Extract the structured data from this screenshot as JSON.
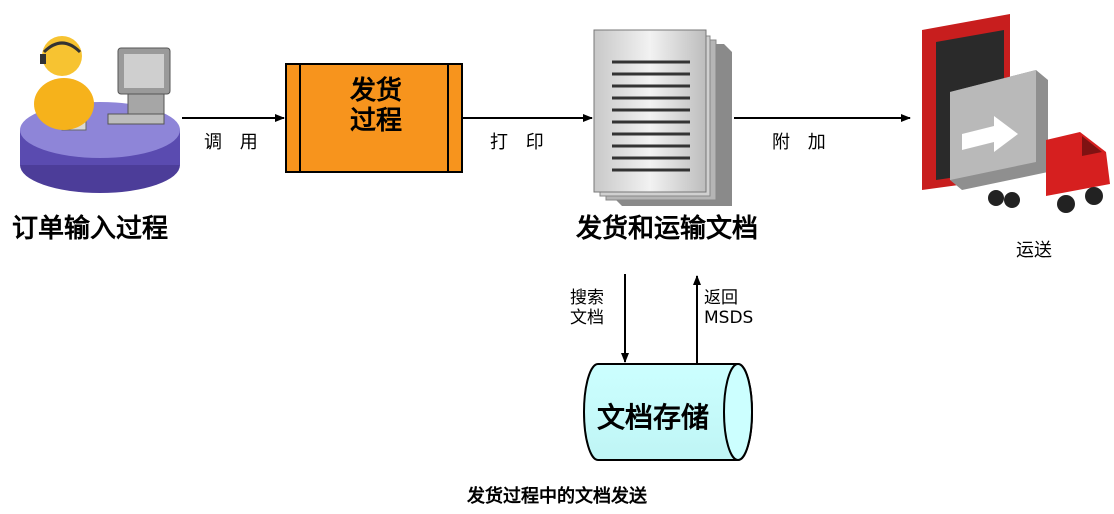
{
  "diagram": {
    "caption": "发货过程中的文档发送",
    "nodes": {
      "order_entry": {
        "label": "订单输入过程",
        "icon": "user-at-computer-icon"
      },
      "shipping_process": {
        "line1": "发货",
        "line2": "过程",
        "fill": "#f7941d"
      },
      "documents": {
        "label": "发货和运输文档",
        "icon": "stacked-documents-icon"
      },
      "transport": {
        "label": "运送",
        "icon": "delivery-truck-icon"
      },
      "doc_store": {
        "label": "文档存储",
        "fill": "#ccffff"
      }
    },
    "edges": {
      "call": "调 用",
      "print": "打 印",
      "attach": "附 加",
      "search_line1": "搜索",
      "search_line2": "文档",
      "return_line1": "返回",
      "return_line2": "MSDS"
    }
  }
}
